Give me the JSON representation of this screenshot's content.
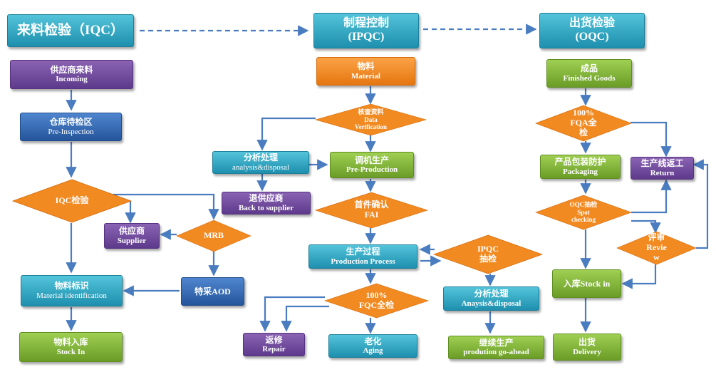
{
  "headers": {
    "iqc": "来料检验（IQC）",
    "ipqc": [
      "制程控制",
      "(IPQC)"
    ],
    "oqc": [
      "出货检验",
      "(OQC)"
    ]
  },
  "iqc": {
    "incoming": [
      "供应商来料",
      "Incoming"
    ],
    "pre_inspection": [
      "仓库待检区",
      "Pre-Inspection"
    ],
    "iqc_check": "IQC检验",
    "mrb": "MRB",
    "supplier": [
      "供应商",
      "Supplier"
    ],
    "special_aod": "特采AOD",
    "material_id": [
      "物料标识",
      "Material identification"
    ],
    "stock_in": [
      "物料入库",
      "Stock In"
    ]
  },
  "ipqc": {
    "material": [
      "物料",
      "Material"
    ],
    "data_verification": [
      "核查资料",
      "Data",
      "Verification"
    ],
    "analysis": [
      "分析处理",
      "analysis&disposal"
    ],
    "pre_production": [
      "调机生产",
      "Pre-Production"
    ],
    "back_to_supplier": [
      "退供应商",
      "Back to supplier"
    ],
    "fai": [
      "首件确认",
      "FAI"
    ],
    "production_process": [
      "生产过程",
      "Production Process"
    ],
    "ipqc_check": [
      "IPQC",
      "抽检"
    ],
    "anaysis2": [
      "分析处理",
      "Anaysis&disposal"
    ],
    "fqc": [
      "100%",
      "FQC全检"
    ],
    "repair": [
      "返修",
      "Repair"
    ],
    "aging": [
      "老化",
      "Aging"
    ],
    "go_ahead": [
      "继续生产",
      "prodution go-ahead"
    ]
  },
  "oqc": {
    "finished": [
      "成品",
      "Finished Goods"
    ],
    "fqa": [
      "100%",
      "FQA全",
      "检"
    ],
    "packaging": [
      "产品包装防护",
      "Packaging"
    ],
    "return": [
      "生产线返工",
      "Return"
    ],
    "oqc_spot": [
      "OQC抽检",
      "Spot",
      "checking"
    ],
    "review": [
      "评审",
      "Revie",
      "w"
    ],
    "stock_in": "入库Stock in",
    "delivery": [
      "出货",
      "Delivery"
    ]
  },
  "colors": {
    "teal": "#2aa3c2",
    "purple": "#6d4a9c",
    "blue": "#2f64b0",
    "orange": "#f28a22",
    "green": "#7fb03a",
    "arrow": "#4a7cc0"
  }
}
